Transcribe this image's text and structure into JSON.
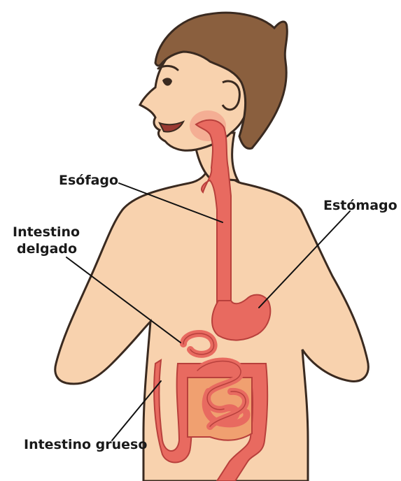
{
  "labels": {
    "esofago": "Esófago",
    "estomago": "Estómago",
    "intestino_delgado_line1": "Intestino",
    "intestino_delgado_line2": "delgado",
    "intestino_grueso": "Intestino grueso"
  },
  "colors": {
    "skin": "#f8d2ae",
    "outline": "#3a2a20",
    "hair": "#8a5f3e",
    "organ": "#e86a60",
    "organ_dark": "#b8403c",
    "small_intestine_bg": "#f0a070"
  }
}
